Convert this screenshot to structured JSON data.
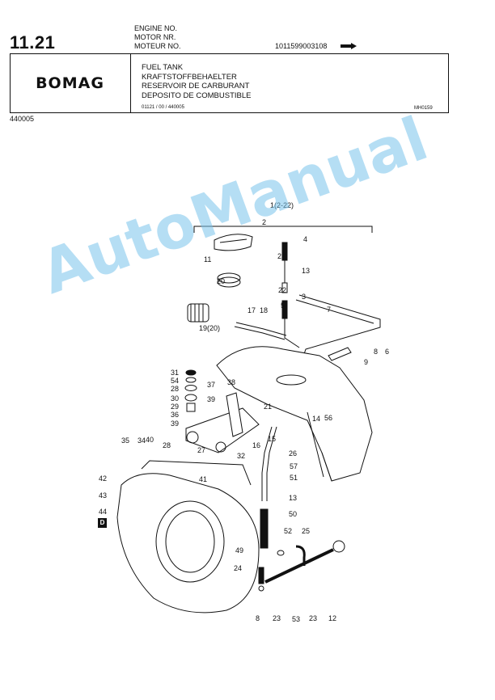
{
  "header": {
    "page_number": "11.21",
    "engine_labels": [
      "ENGINE NO.",
      "MOTOR  NR.",
      "MOTEUR NO."
    ],
    "serial_number": "1011599003108",
    "brand": "BOMAG",
    "titles": [
      "FUEL TANK",
      "KRAFTSTOFFBEHAELTER",
      "RESERVOIR DE CARBURANT",
      "DEPOSITO DE COMBUSTIBLE"
    ],
    "doc_code": "01121 / 00 / 440005",
    "drawing_ref": "MH0159",
    "part_number": "440005"
  },
  "drawing": {
    "group_label": "1(2-22)",
    "callouts": [
      "2",
      "4",
      "11",
      "22",
      "20",
      "13",
      "22",
      "3",
      "17",
      "18",
      "5",
      "7",
      "19(20)",
      "8",
      "6",
      "9",
      "31",
      "54",
      "28",
      "30",
      "29",
      "36",
      "39",
      "37",
      "38",
      "39",
      "21",
      "14",
      "56",
      "40",
      "28",
      "15",
      "16",
      "26",
      "27",
      "35",
      "34",
      "32",
      "41",
      "57",
      "51",
      "42",
      "43",
      "44",
      "13",
      "50",
      "52",
      "25",
      "49",
      "24",
      "8",
      "23",
      "53",
      "23",
      "12"
    ],
    "d_marker": "D"
  },
  "watermark": {
    "text": "AutoManual",
    "color": "#78c3eb"
  }
}
